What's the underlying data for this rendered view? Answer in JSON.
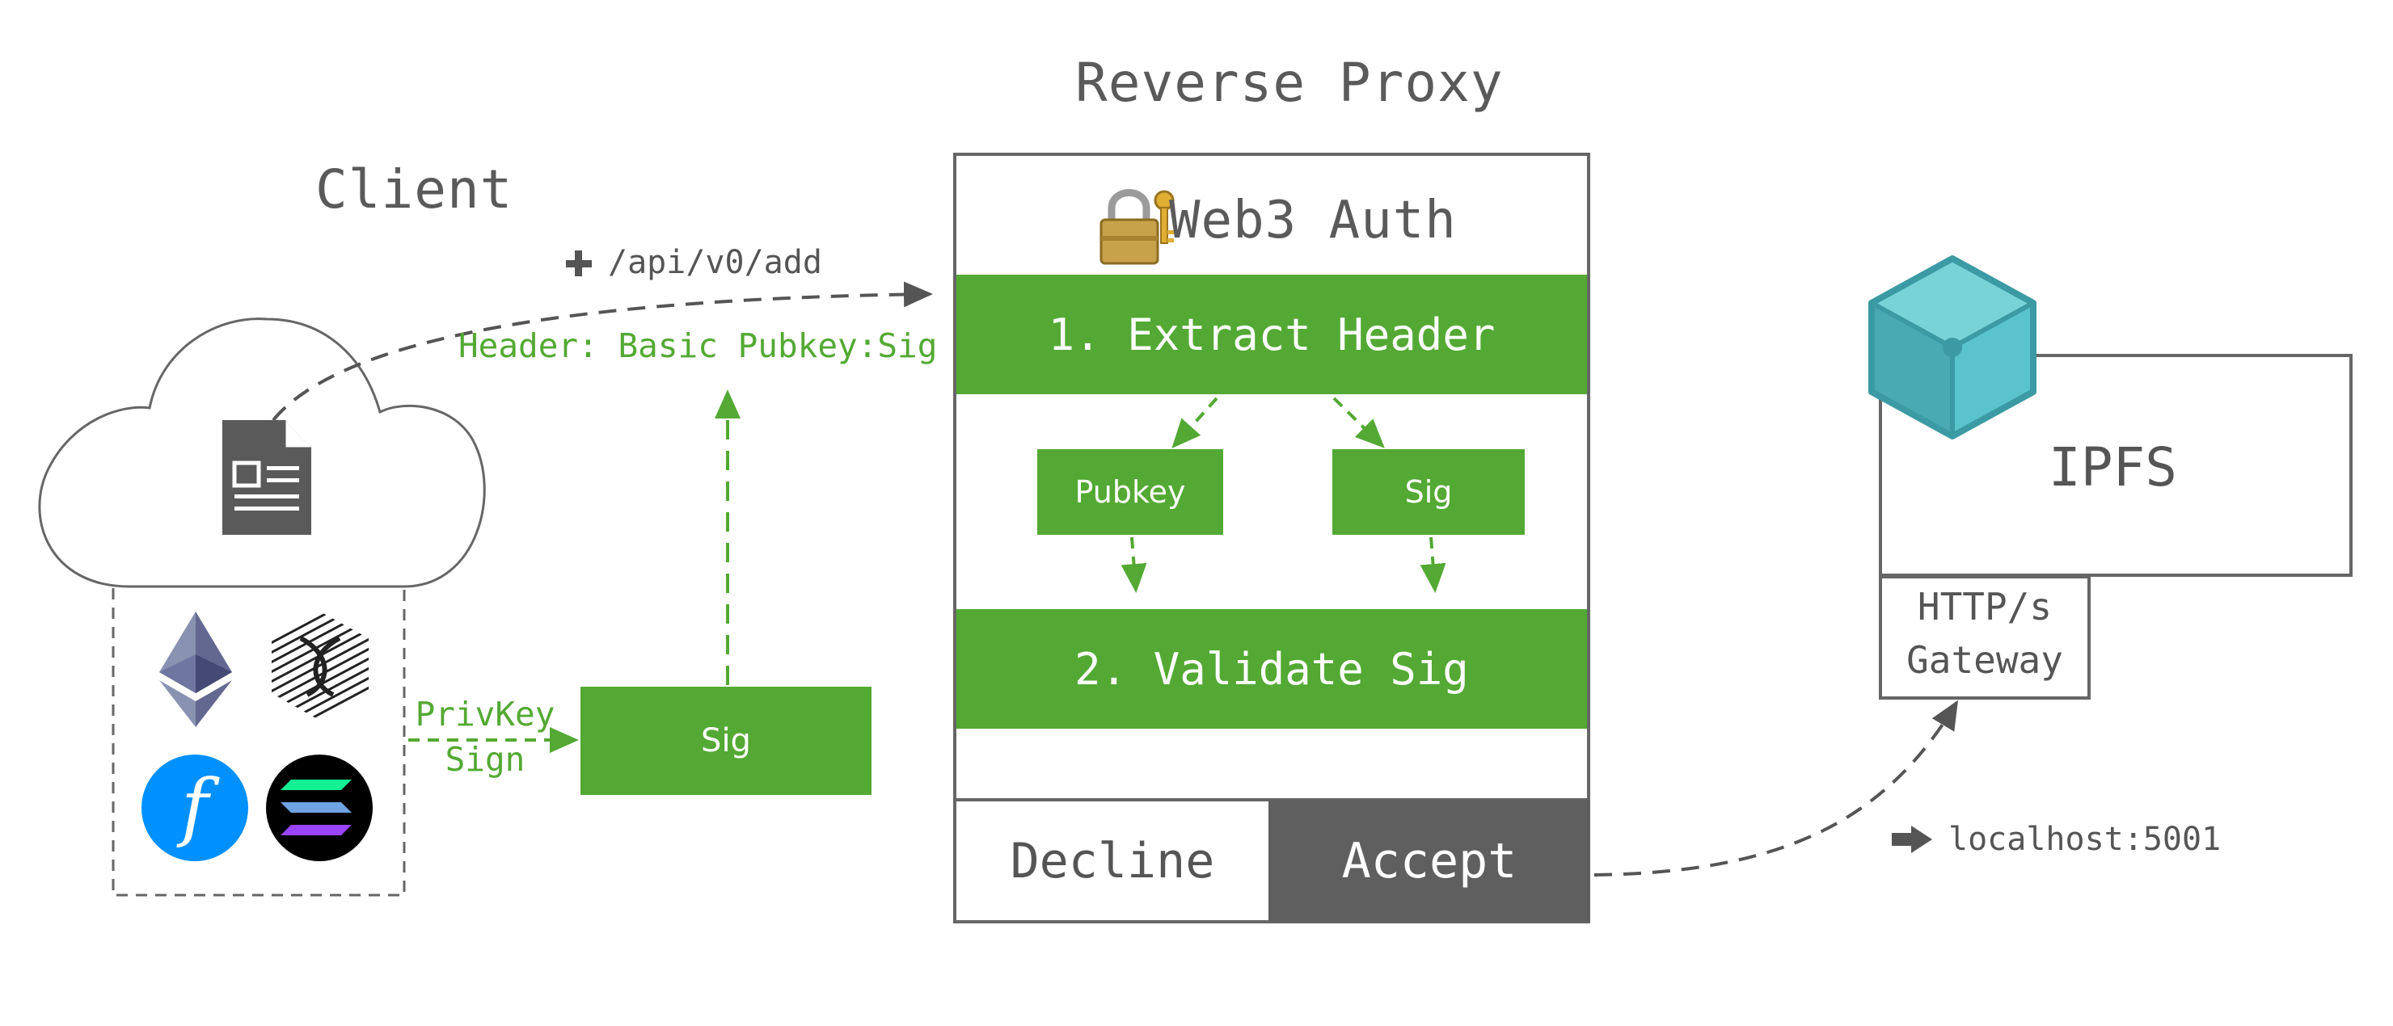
{
  "reverse_proxy": {
    "title": "Reverse Proxy",
    "auth_title": "Web3 Auth",
    "step1": "1. Extract Header",
    "pubkey": "Pubkey",
    "sig": "Sig",
    "step2": "2. Validate Sig",
    "decline": "Decline",
    "accept": "Accept"
  },
  "client": {
    "title": "Client",
    "sign_label_line1": "PrivKey",
    "sign_label_line2": "Sign",
    "sig_box": "Sig"
  },
  "request": {
    "endpoint": "/api/v0/add",
    "header": "Header: Basic Pubkey:Sig"
  },
  "ipfs": {
    "title": "IPFS",
    "gateway_line1": "HTTP/s",
    "gateway_line2": "Gateway",
    "address": "localhost:5001"
  },
  "colors": {
    "green": "#53a933",
    "dark": "#5f5f5f",
    "border": "#666666",
    "cube": "#5bc3cc"
  }
}
